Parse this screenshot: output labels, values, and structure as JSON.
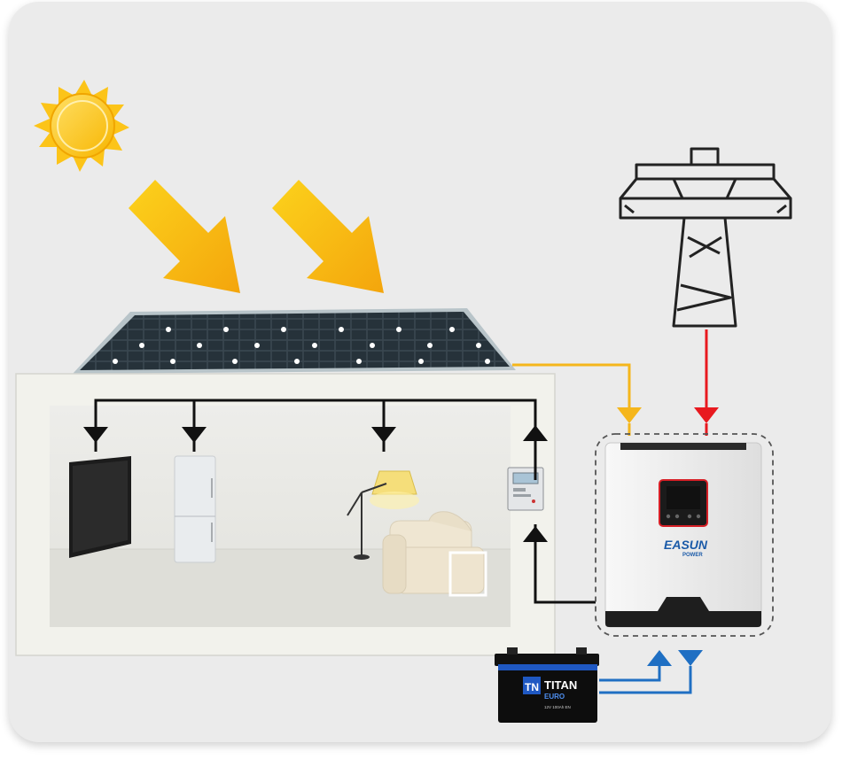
{
  "inverter": {
    "brand": "EASUN",
    "brand_sub": "POWER"
  },
  "battery": {
    "logo": "TN",
    "brand": "TITAN",
    "line": "EURO",
    "spec": "12V 100Ah EN"
  },
  "colors": {
    "background": "#ebebeb",
    "solar_line": "#f5b61b",
    "grid_line": "#e8191f",
    "battery_line": "#1f6fc3",
    "load_line": "#111111",
    "sun": "#fcc419",
    "arrow": "#f6b60e",
    "inverter_accent": "#d61f26"
  },
  "icons": [
    "sun-icon",
    "power-pylon-icon",
    "solar-panel-icon",
    "tv-icon",
    "fridge-icon",
    "lamp-icon",
    "sofa-icon",
    "meter-icon",
    "inverter-icon",
    "battery-icon"
  ]
}
